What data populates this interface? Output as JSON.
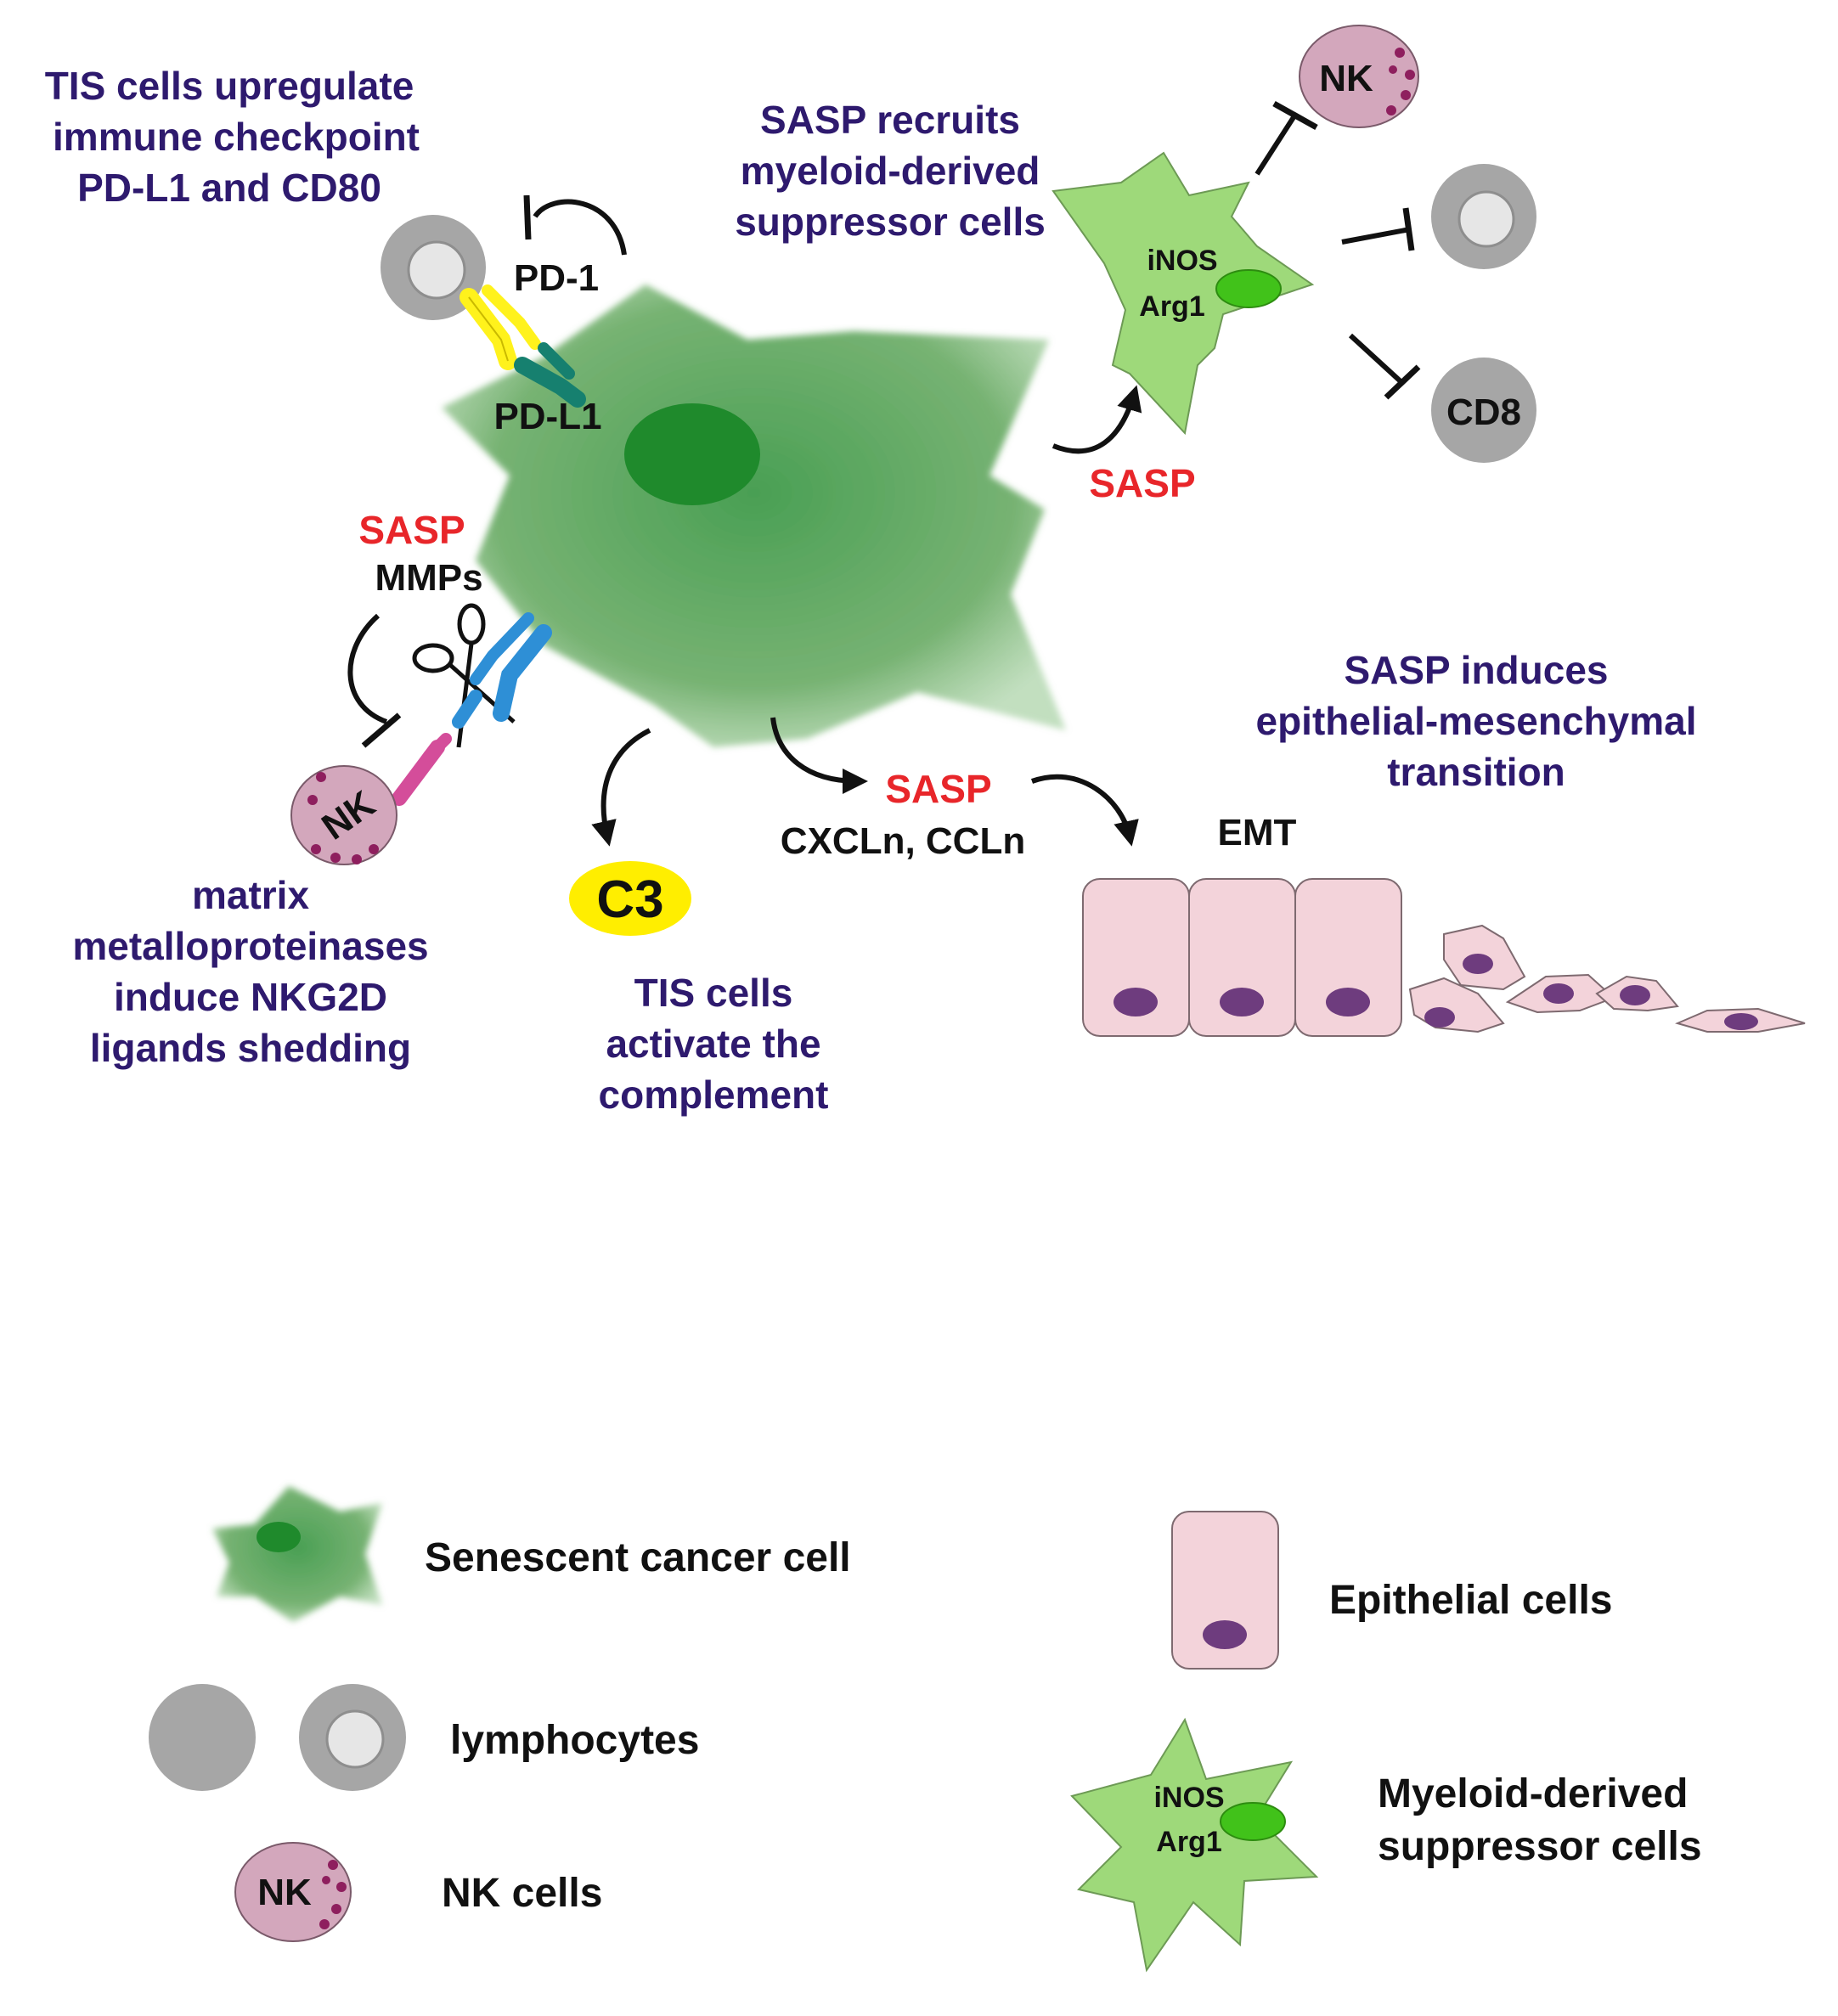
{
  "colors": {
    "caption": "#2e1a6e",
    "sasp": "#e8262a",
    "senescent_cell": "#5fa55a",
    "senescent_nucleus": "#1f8a2c",
    "mdsc": "#9ed97a",
    "mdsc_nucleus": "#41c21a",
    "lymphocyte": "#a6a6a6",
    "nk_cell": "#d3a7bc",
    "nk_granule": "#8e1f5e",
    "epithelial": "#f3d3da",
    "epithelial_nucleus": "#6e3c7e",
    "c3": "#ffee00",
    "pd1": "#fff21c",
    "pdl1": "#16806f",
    "nkg2d": "#d44d9a",
    "nkg2d_ligand": "#2e8fd6"
  },
  "captions": {
    "checkpoint": [
      "TIS cells upregulate",
      "immune checkpoint",
      "PD-L1 and CD80"
    ],
    "mdsc_recruit": [
      "SASP recruits",
      "myeloid-derived",
      "suppressor cells"
    ],
    "emt": [
      "SASP induces",
      "epithelial-mesenchymal",
      "transition"
    ],
    "mmp": [
      "matrix",
      "metalloproteinases",
      "induce NKG2D",
      "ligands shedding"
    ],
    "complement": [
      "TIS cells",
      "activate the",
      "complement"
    ]
  },
  "labels": {
    "pd1": "PD-1",
    "pdl1": "PD-L1",
    "sasp": "SASP",
    "mmps": "MMPs",
    "nk": "NK",
    "cd8": "CD8",
    "c3": "C3",
    "chemokines": "CXCLn, CCLn",
    "emt": "EMT",
    "inos": "iNOS",
    "arg1": "Arg1"
  },
  "legend": {
    "senescent": "Senescent cancer cell",
    "lymphocytes": "lymphocytes",
    "nk_cells": "NK cells",
    "epithelial": "Epithelial cells",
    "mdsc": [
      "Myeloid-derived",
      "suppressor cells"
    ]
  }
}
